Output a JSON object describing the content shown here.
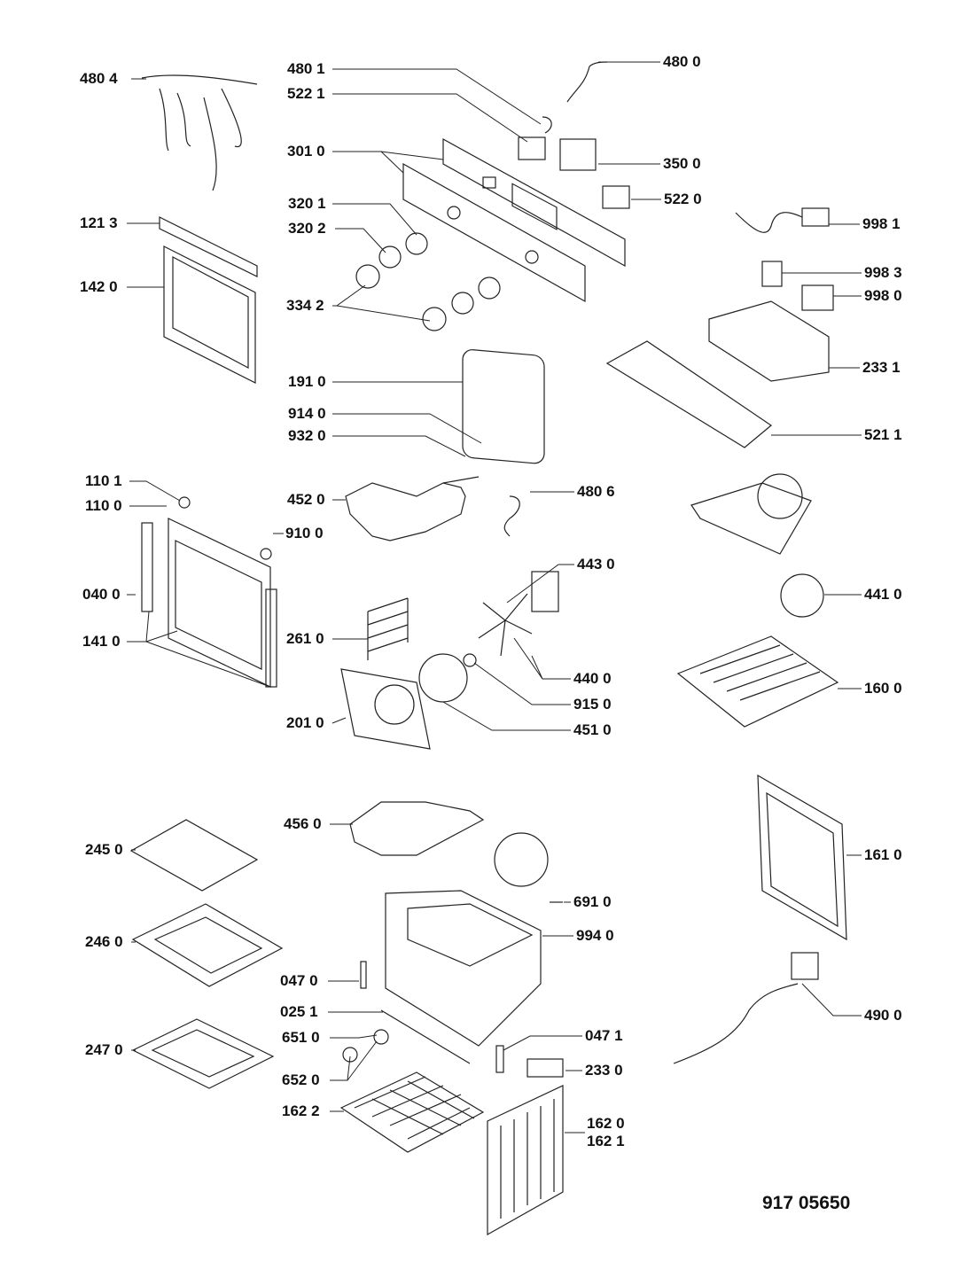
{
  "diagram_code": "917 05650",
  "labels": [
    "480 4",
    "480 1",
    "522 1",
    "480 0",
    "301 0",
    "350 0",
    "320 1",
    "320 2",
    "522 0",
    "998 1",
    "121 3",
    "142 0",
    "334 2",
    "998 3",
    "998 0",
    "233 1",
    "191 0",
    "914 0",
    "932 0",
    "521 1",
    "110 1",
    "110 0",
    "452 0",
    "480 6",
    "910 0",
    "443 0",
    "040 0",
    "441 0",
    "141 0",
    "261 0",
    "440 0",
    "160 0",
    "915 0",
    "451 0",
    "201 0",
    "456 0",
    "245 0",
    "161 0",
    "691 0",
    "246 0",
    "994 0",
    "047 0",
    "025 1",
    "047 1",
    "651 0",
    "247 0",
    "233 0",
    "652 0",
    "162 2",
    "162 0",
    "162 1",
    "490 0"
  ]
}
